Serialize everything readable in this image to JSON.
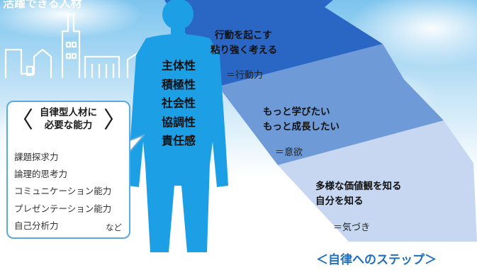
{
  "figure": {
    "top_left_fragment": "活躍できる人材",
    "traits": [
      "主体性",
      "積極性",
      "社会性",
      "協調性",
      "責任感"
    ],
    "panel": {
      "title_line1": "自律型人材に",
      "title_line2": "必要な能力",
      "skills": [
        "課題探求力",
        "論理的思考力",
        "コミュニケーション能力",
        "プレゼンテーション能力",
        "自己分析力"
      ],
      "etc": "など"
    },
    "steps": [
      {
        "line1": "行動を起こす",
        "line2": "粘り強く考える",
        "equals": "＝行動力"
      },
      {
        "line1": "もっと学びたい",
        "line2": "もっと成長したい",
        "equals": "＝意欲"
      },
      {
        "line1": "多様な価値観を知る",
        "line2": "自分を知る",
        "equals": "＝気づき"
      }
    ],
    "footer": "＜自律へのステップ＞"
  },
  "colors": {
    "band_top": "#2a67c4",
    "band_mid": "#6e9bd8",
    "band_bottom": "#c7d7f1",
    "person": "#1d9fe6",
    "panel_border": "#5aa9df",
    "footer_text": "#1f6fbf"
  }
}
